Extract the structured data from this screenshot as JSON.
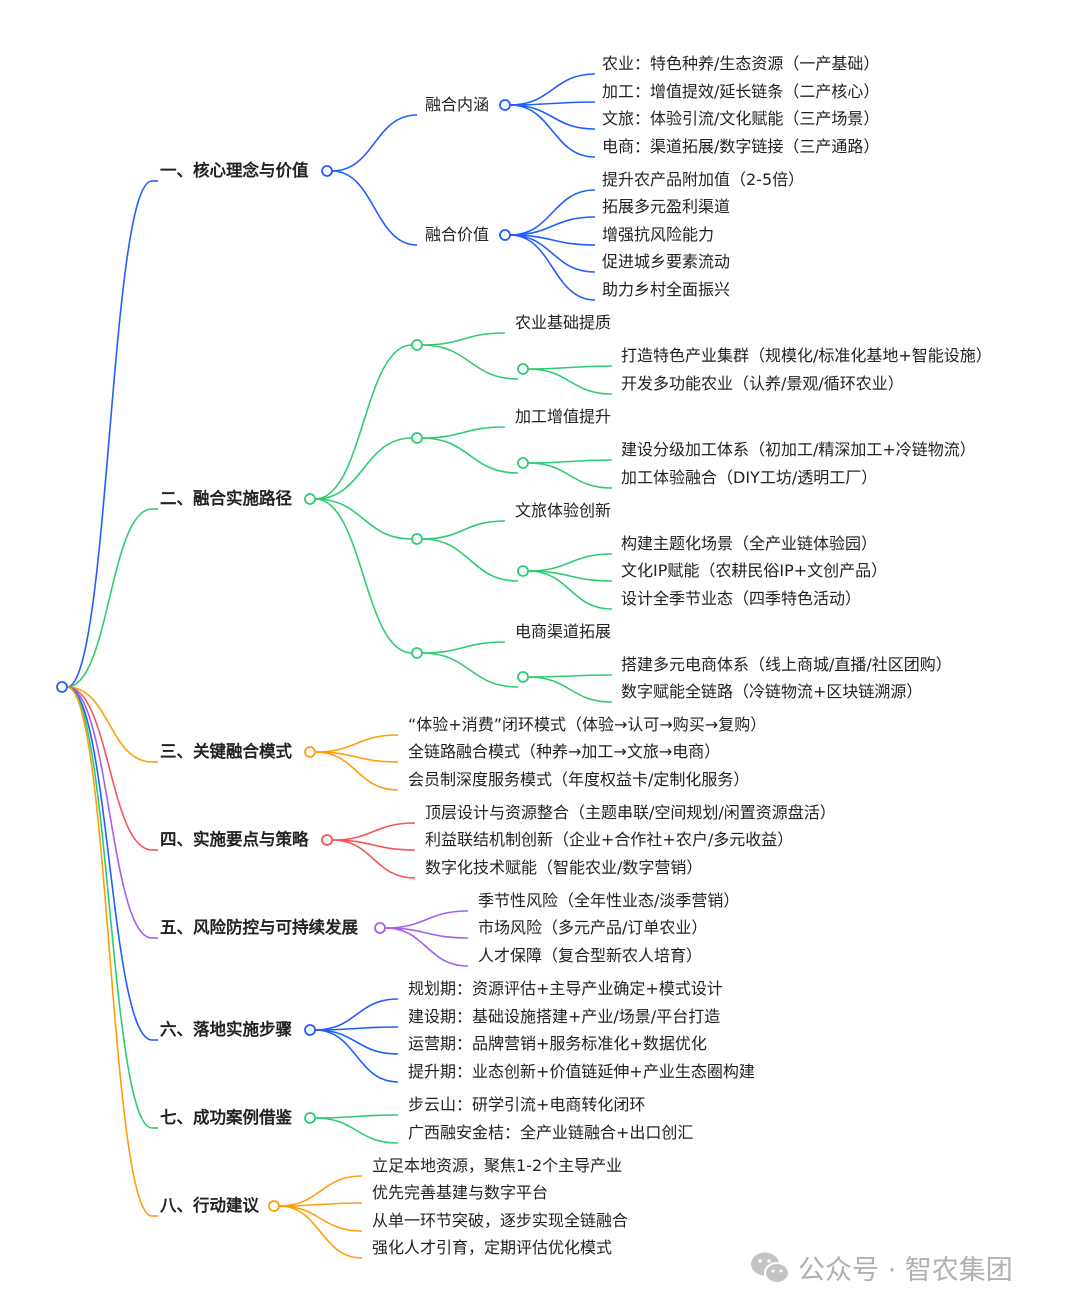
{
  "colors": {
    "blue": "#1f5eff",
    "green": "#2ecc71",
    "orange": "#ff9d0a",
    "red": "#f5545a",
    "purple": "#a45ff0"
  },
  "sections": [
    {
      "title": "一、核心理念与价值",
      "color": "#1f5eff",
      "groups": [
        {
          "label": "融合内涵",
          "items": [
            "农业：特色种养/生态资源（一产基础）",
            "加工：增值提效/延长链条（二产核心）",
            "文旅：体验引流/文化赋能（三产场景）",
            "电商：渠道拓展/数字链接（三产通路）"
          ]
        },
        {
          "label": "融合价值",
          "items": [
            "提升农产品附加值（2-5倍）",
            "拓展多元盈利渠道",
            "增强抗风险能力",
            "促进城乡要素流动",
            "助力乡村全面振兴"
          ]
        }
      ]
    },
    {
      "title": "二、融合实施路径",
      "color": "#2ecc71",
      "groups": [
        {
          "label": "农业基础提质",
          "items": [
            "打造特色产业集群（规模化/标准化基地+智能设施）",
            "开发多功能农业（认养/景观/循环农业）"
          ]
        },
        {
          "label": "加工增值提升",
          "items": [
            "建设分级加工体系（初加工/精深加工+冷链物流）",
            "加工体验融合（DIY工坊/透明工厂）"
          ]
        },
        {
          "label": "文旅体验创新",
          "items": [
            "构建主题化场景（全产业链体验园）",
            "文化IP赋能（农耕民俗IP+文创产品）",
            "设计全季节业态（四季特色活动）"
          ]
        },
        {
          "label": "电商渠道拓展",
          "items": [
            "搭建多元电商体系（线上商城/直播/社区团购）",
            "数字赋能全链路（冷链物流+区块链溯源）"
          ]
        }
      ]
    },
    {
      "title": "三、关键融合模式",
      "color": "#ff9d0a",
      "items": [
        "“体验+消费”闭环模式（体验→认可→购买→复购）",
        "全链路融合模式（种养→加工→文旅→电商）",
        "会员制深度服务模式（年度权益卡/定制化服务）"
      ]
    },
    {
      "title": "四、实施要点与策略",
      "color": "#f5545a",
      "items": [
        "顶层设计与资源整合（主题串联/空间规划/闲置资源盘活）",
        "利益联结机制创新（企业+合作社+农户/多元收益）",
        "数字化技术赋能（智能农业/数字营销）"
      ]
    },
    {
      "title": "五、风险防控与可持续发展",
      "color": "#a45ff0",
      "items": [
        "季节性风险（全年性业态/淡季营销）",
        "市场风险（多元产品/订单农业）",
        "人才保障（复合型新农人培育）"
      ]
    },
    {
      "title": "六、落地实施步骤",
      "color": "#1f5eff",
      "items": [
        "规划期：资源评估+主导产业确定+模式设计",
        "建设期：基础设施搭建+产业/场景/平台打造",
        "运营期：品牌营销+服务标准化+数据优化",
        "提升期：业态创新+价值链延伸+产业生态圈构建"
      ]
    },
    {
      "title": "七、成功案例借鉴",
      "color": "#2ecc71",
      "items": [
        "步云山：研学引流+电商转化闭环",
        "广西融安金桔：全产业链融合+出口创汇"
      ]
    },
    {
      "title": "八、行动建议",
      "color": "#ff9d0a",
      "items": [
        "立足本地资源，聚焦1-2个主导产业",
        "优先完善基建与数字平台",
        "从单一环节突破，逐步实现全链融合",
        "强化人才引育，定期评估优化模式"
      ]
    }
  ],
  "watermark": "公众号 · 智农集团"
}
